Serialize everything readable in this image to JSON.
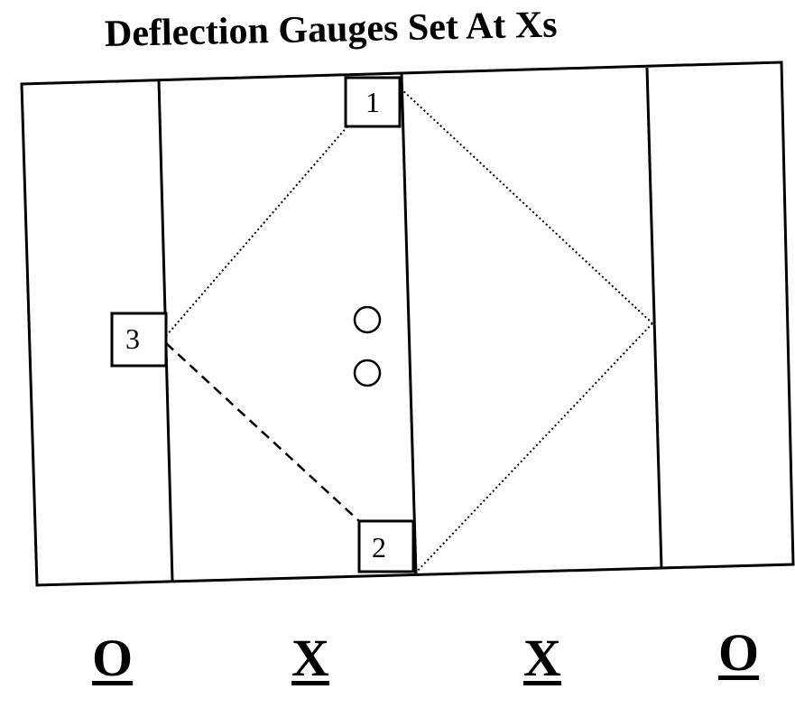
{
  "title": "Deflection Gauges Set At Xs",
  "gauges": [
    {
      "label": "1"
    },
    {
      "label": "2"
    },
    {
      "label": "3"
    }
  ],
  "bottom_marks": [
    "O",
    "X",
    "X",
    "O"
  ],
  "colors": {
    "line": "#000000",
    "background": "#ffffff"
  }
}
